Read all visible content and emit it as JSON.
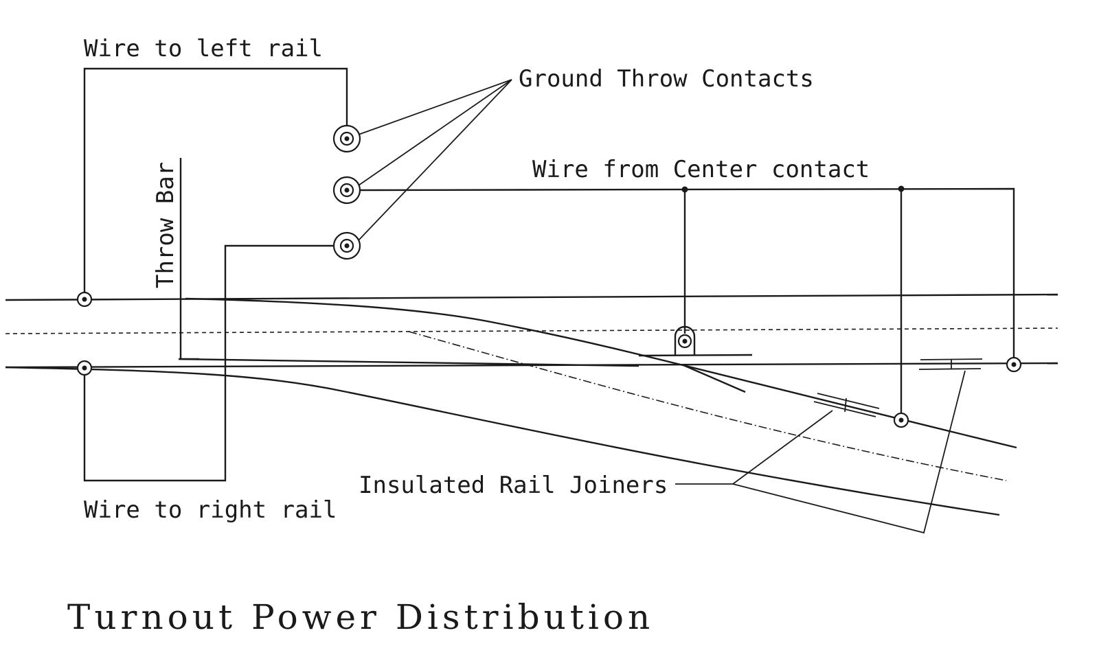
{
  "labels": {
    "wire_left_rail": "Wire to left rail",
    "ground_throw_contacts": "Ground Throw Contacts",
    "wire_center_contact": "Wire from Center contact",
    "throw_bar": "Throw Bar",
    "insulated_rail_joiners": "Insulated Rail Joiners",
    "wire_right_rail": "Wire to right rail"
  },
  "title": "Turnout Power Distribution",
  "colors": {
    "ink": "#1a1a1a",
    "background": "#ffffff"
  }
}
